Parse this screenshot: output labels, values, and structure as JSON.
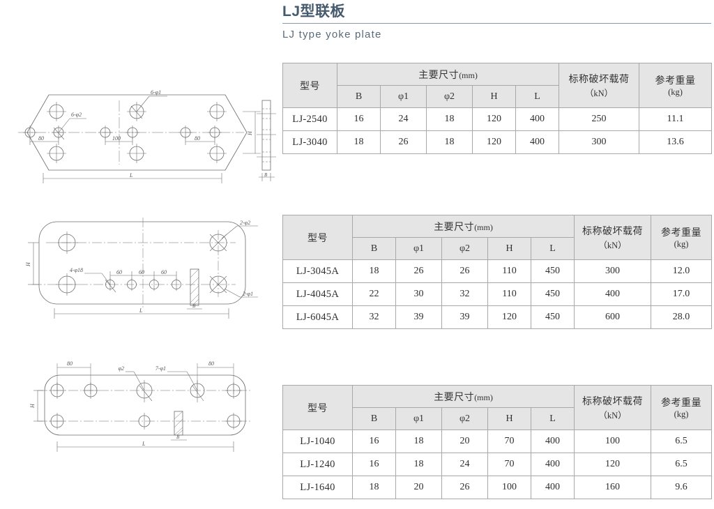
{
  "header": {
    "title_cn": "LJ型联板",
    "title_en": "LJ type yoke plate"
  },
  "table_headers": {
    "model": "型号",
    "main_dims": "主要尺寸",
    "main_dims_unit": "(mm)",
    "b": "B",
    "phi1": "φ1",
    "phi2": "φ2",
    "h": "H",
    "l": "L",
    "load": "标称破坏载荷",
    "load_unit": "（kN）",
    "weight": "参考重量",
    "weight_unit": "(kg)"
  },
  "tables": [
    {
      "id": "table-1",
      "rows": [
        {
          "model": "LJ-2540",
          "B": "16",
          "phi1": "24",
          "phi2": "18",
          "H": "120",
          "L": "400",
          "load": "250",
          "weight": "11.1"
        },
        {
          "model": "LJ-3040",
          "B": "18",
          "phi1": "26",
          "phi2": "18",
          "H": "120",
          "L": "400",
          "load": "300",
          "weight": "13.6"
        }
      ]
    },
    {
      "id": "table-2",
      "rows": [
        {
          "model": "LJ-3045A",
          "B": "18",
          "phi1": "26",
          "phi2": "26",
          "H": "110",
          "L": "450",
          "load": "300",
          "weight": "12.0"
        },
        {
          "model": "LJ-4045A",
          "B": "22",
          "phi1": "30",
          "phi2": "32",
          "H": "110",
          "L": "450",
          "load": "400",
          "weight": "17.0"
        },
        {
          "model": "LJ-6045A",
          "B": "32",
          "phi1": "39",
          "phi2": "39",
          "H": "120",
          "L": "450",
          "load": "600",
          "weight": "28.0"
        }
      ]
    },
    {
      "id": "table-3",
      "rows": [
        {
          "model": "LJ-1040",
          "B": "16",
          "phi1": "18",
          "phi2": "20",
          "H": "70",
          "L": "400",
          "load": "100",
          "weight": "6.5"
        },
        {
          "model": "LJ-1240",
          "B": "16",
          "phi1": "18",
          "phi2": "24",
          "H": "70",
          "L": "400",
          "load": "120",
          "weight": "6.5"
        },
        {
          "model": "LJ-1640",
          "B": "18",
          "phi1": "20",
          "phi2": "26",
          "H": "100",
          "L": "400",
          "load": "160",
          "weight": "9.6"
        }
      ]
    }
  ],
  "drawings": {
    "d1": {
      "label_phi1": "6-φ1",
      "label_phi2": "6-φ2",
      "dim_left": "80",
      "dim_mid": "100",
      "dim_right": "80",
      "dim_L": "L",
      "dim_H": "H",
      "dim_B": "B"
    },
    "d2": {
      "label_phi2_top": "2-φ2",
      "label_phi1_bot": "2-φ1",
      "label_holes": "4-φ18",
      "dim_s1": "60",
      "dim_s2": "60",
      "dim_s3": "60",
      "dim_H": "H",
      "dim_L": "L",
      "dim_B": "B"
    },
    "d3": {
      "label_phi2": "φ2",
      "label_phi1": "7-φ1",
      "dim_left": "80",
      "dim_right": "80",
      "dim_H": "H",
      "dim_L": "L",
      "dim_B": "B"
    }
  },
  "colors": {
    "title": "#465a6e",
    "header_bg": "#e5e5e5",
    "border": "#a8a8a8",
    "drawing_line": "#6d6d6d"
  }
}
